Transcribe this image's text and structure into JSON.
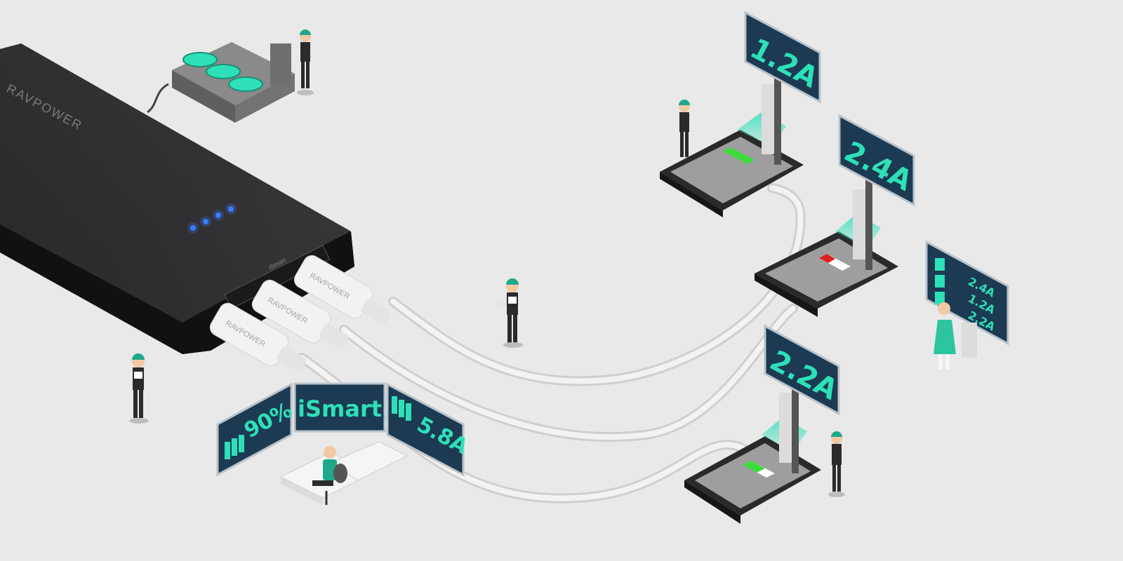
{
  "brand": {
    "bank_label": "RAVPOWER",
    "plug_label": "RAVPOWER",
    "port_label": "iSmart"
  },
  "control_panels": {
    "battery_level": "90%",
    "center_label": "iSmart",
    "total_current": "5.8A"
  },
  "device_displays": {
    "top": "1.2A",
    "middle": "2.4A",
    "bottom": "2.2A"
  },
  "summary_display": {
    "lines": [
      "2.4A",
      "1.2A",
      "2.2A"
    ]
  },
  "colors": {
    "background": "#e9e9e9",
    "screen_bg": "#1c3a52",
    "accent_teal": "#2ee0b8",
    "charge_green": "#3ddc3d",
    "charge_red": "#e02020",
    "led_blue": "#3a7bff"
  },
  "led_count": 4
}
